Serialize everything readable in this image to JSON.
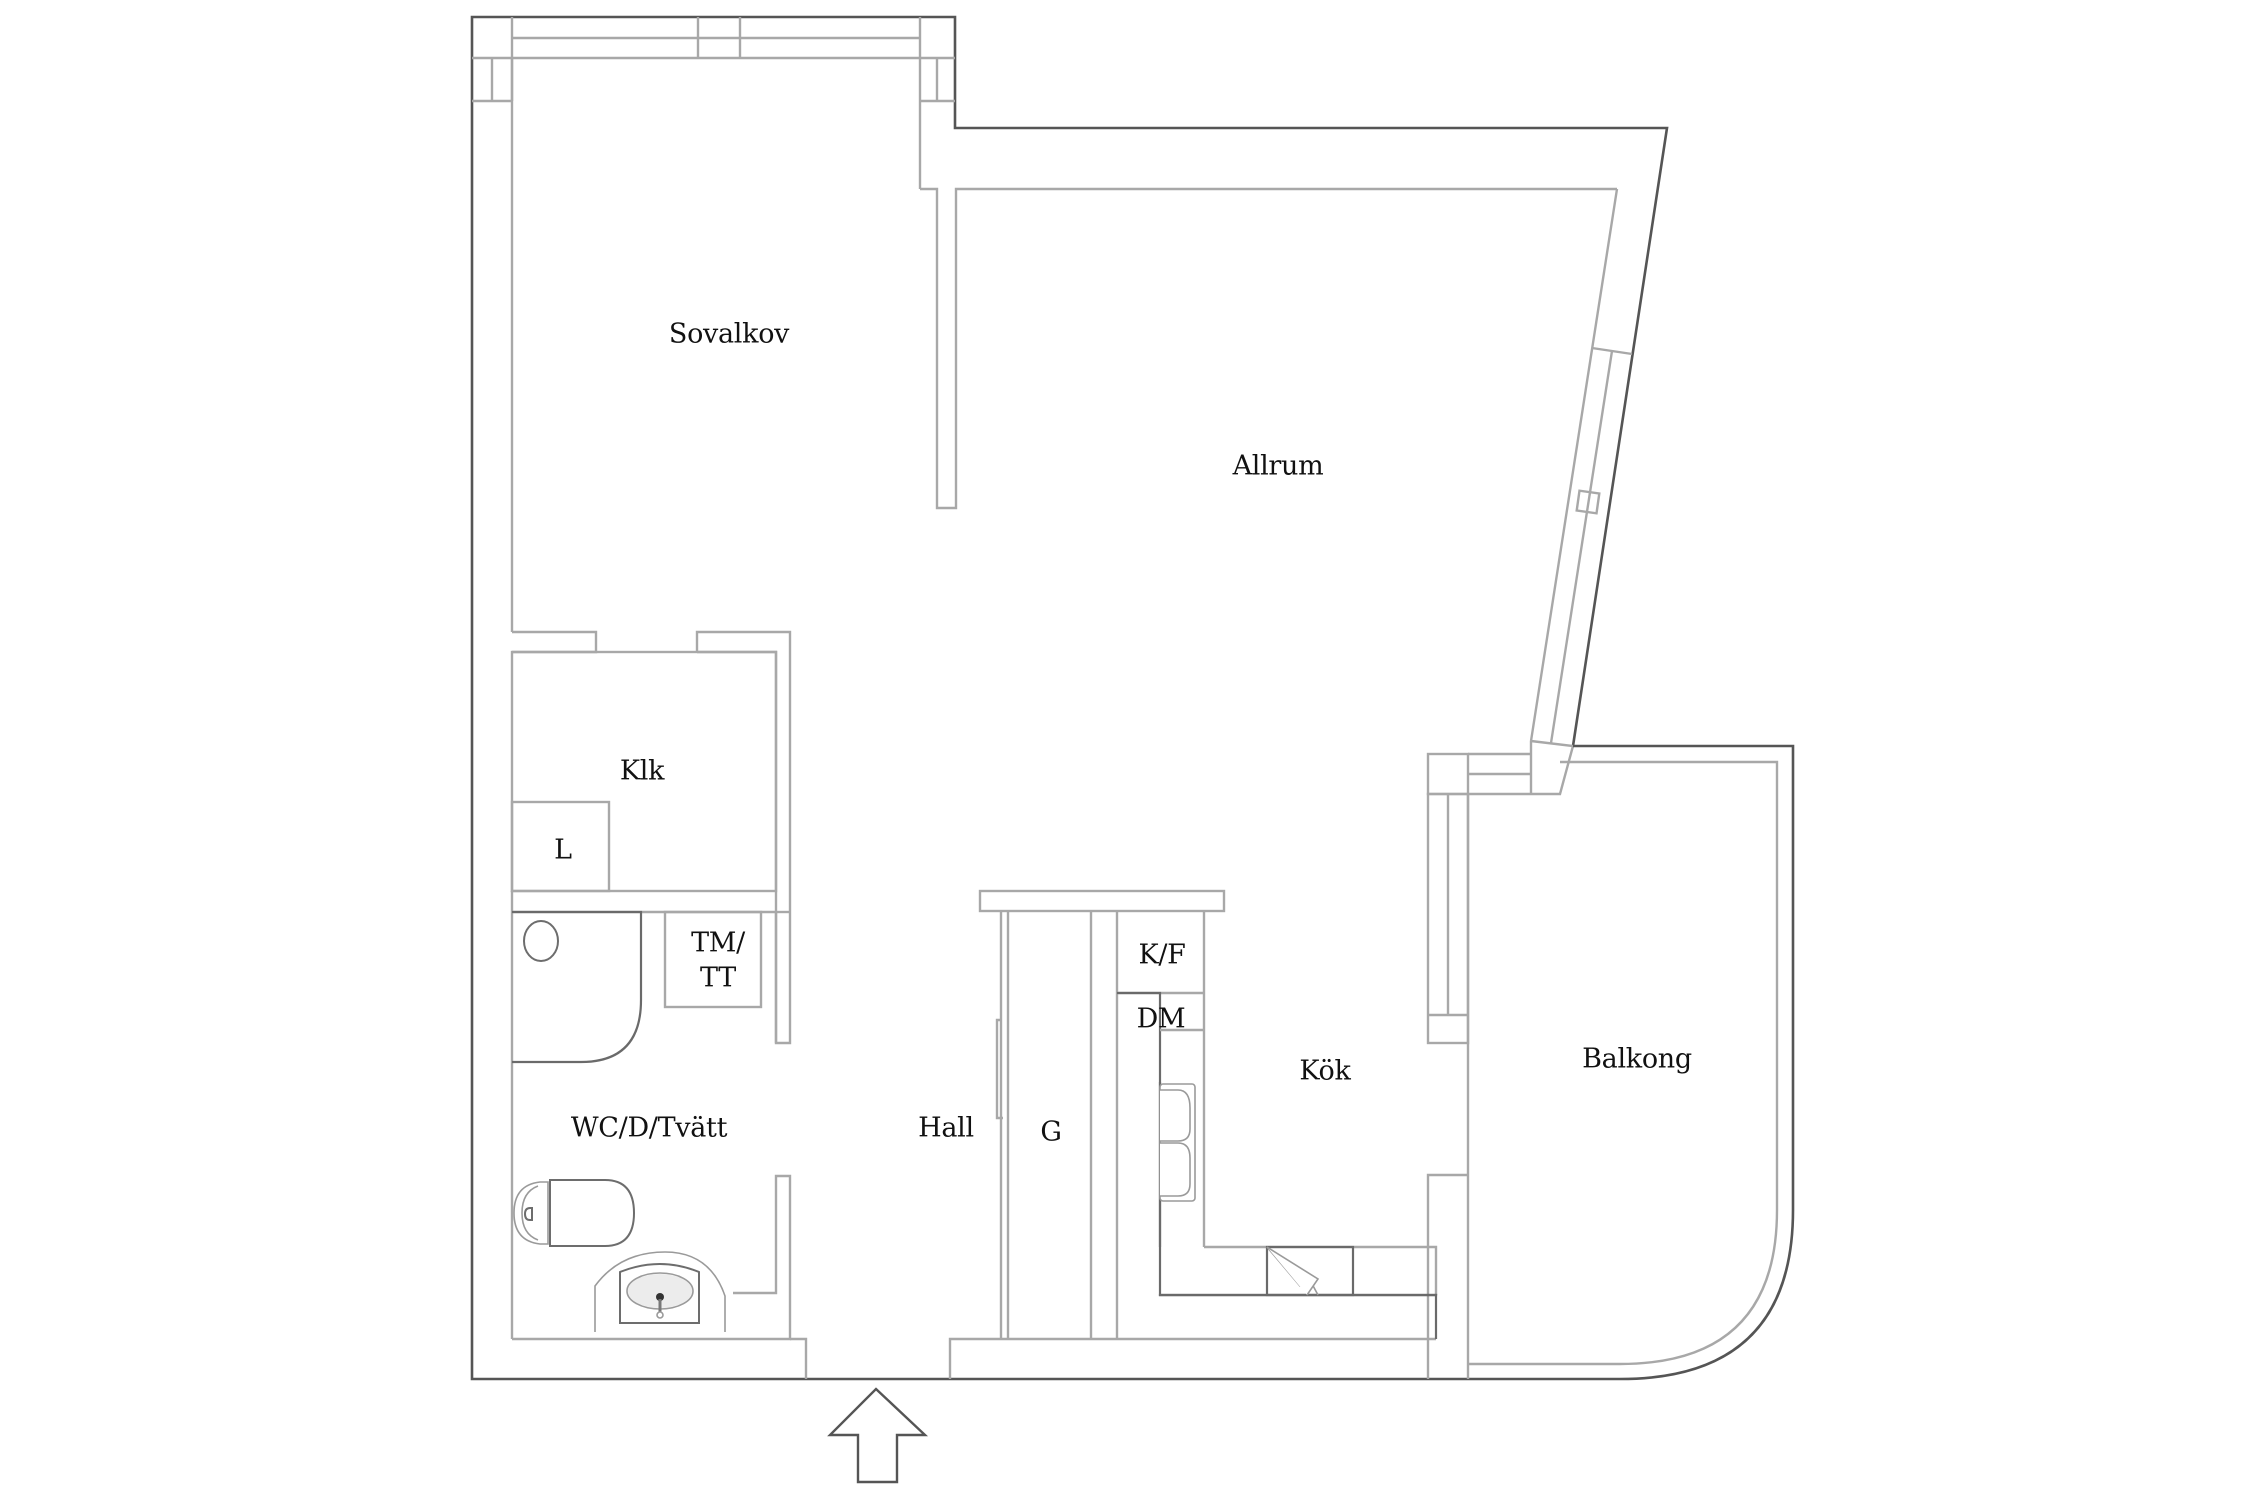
{
  "floorplan": {
    "rooms": {
      "sovalkov": "Sovalkov",
      "allrum": "Allrum",
      "klk": "Klk",
      "l": "L",
      "tm_tt_line1": "TM/",
      "tm_tt_line2": "TT",
      "wc": "WC/D/Tvätt",
      "hall": "Hall",
      "g": "G",
      "kf": "K/F",
      "dm": "DM",
      "kok": "Kök",
      "balkong": "Balkong"
    },
    "entrance_icon": "arrow-up-icon",
    "colors": {
      "background": "#ffffff",
      "wall_line": "#a8a8a8",
      "outer_wall_line": "#555555",
      "text": "#111111"
    }
  }
}
